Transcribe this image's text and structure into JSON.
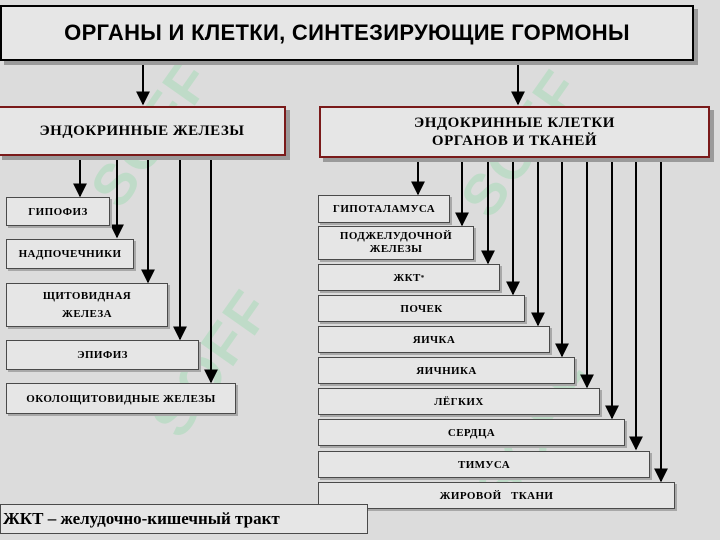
{
  "title": "ОРГАНЫ И КЛЕТКИ,  СИНТЕЗИРУЮЩИЕ ГОРМОНЫ",
  "left_header": "ЭНДОКРИННЫЕ  ЖЕЛЕЗЫ",
  "right_header_line1": "ЭНДОКРИННЫЕ КЛЕТКИ",
  "right_header_line2": "ОРГАНОВ И ТКАНЕЙ",
  "glands": [
    "ГИПОФИЗ",
    "НАДПОЧЕЧНИКИ",
    "ЩИТОВИДНАЯ ЖЕЛЕЗА",
    "ЭПИФИЗ",
    "ОКОЛОЩИТОВИДНЫЕ ЖЕЛЕЗЫ"
  ],
  "organs": [
    "ГИПОТАЛАМУСА",
    "ПОДЖЕЛУДОЧНОЙ ЖЕЛЕЗЫ",
    "ЖКТ",
    "ПОЧЕК",
    "ЯИЧКА",
    "ЯИЧНИКА",
    "ЛЁГКИХ",
    "СЕРДЦА",
    "ТИМУСА",
    "ЖИРОВОЙ   ТКАНИ"
  ],
  "organ_footnote_mark": "*",
  "footnote": "ЖКТ – желудочно-кишечный тракт",
  "watermark_text": "SOFF",
  "watermark_icon": "soff-logo-icon",
  "colors": {
    "background": "#dcdcdc",
    "box": "#e6e6e6",
    "header_border": "#7a1a1a",
    "watermark": "#78dc96"
  }
}
